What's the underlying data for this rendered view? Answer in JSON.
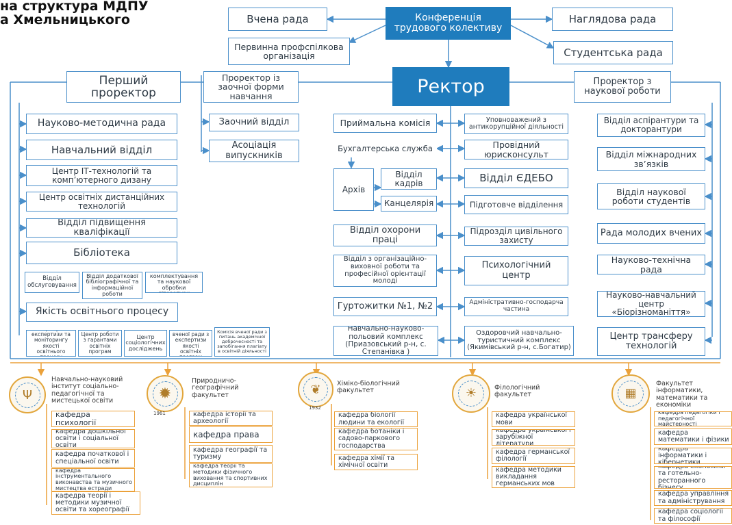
{
  "title": {
    "line1": "на структура МДПУ",
    "line2": "а Хмельницького"
  },
  "top": {
    "conference": "Конференція трудового колективу",
    "academic_council": "Вчена рада",
    "supervisory_board": "Наглядова рада",
    "trade_union": "Первинна профспілкова організація",
    "student_council": "Студентська рада",
    "rector": "Ректор"
  },
  "col1": {
    "head": "Перший проректор",
    "items": [
      "Науково-методична рада",
      "Навчальний відділ",
      "Центр ІТ-технологій та комп’ютерного дизану",
      "Центр освітніх дистанційних технологій",
      "Відділ підвищення кваліфікації"
    ],
    "library": "Бібліотека",
    "library_subs": [
      "Відділ обслуговування",
      "Відділ додаткової бібліографічної та інформаційної роботи",
      "Відділ комплектування та наукової обробки літератури"
    ],
    "quality": "Якість освітнього процесу",
    "quality_subs": [
      "Центр експертизи та моніторингу якості освітнього процесу",
      "Центр роботи з гарантами освітніх програм",
      "Центр соціологічних досліджень",
      "Комісія вченої ради з експертизи якості освітніх програм",
      "Комісія вченої ради з питань академічної доброчесності та запобігання плагіату в освітній діяльності"
    ]
  },
  "col2": {
    "head": "Проректор із заочної форми навчання",
    "items": [
      "Заочний відділ",
      "Асоціація випускників"
    ]
  },
  "col3": {
    "items": [
      "Приймальна комісія",
      "Бухгалтерська служба",
      "Архів",
      "Відділ кадрів",
      "Канцелярія",
      "Відділ охорони праці",
      "Відділ з організаційно-виховної роботи та професійної орієнтації молоді",
      "Гуртожитки №1, №2",
      "Навчально-науково-польовий комплекс (Приазовський р-н, с. Степанівка )"
    ]
  },
  "col4": {
    "items": [
      "Уповноважений з антикорупційної діяльності",
      "Провідний юрисконсульт",
      "Відділ ЄДЕБО",
      "Підготовче відділення",
      "Підрозділ цивільного захисту",
      "Психологічний центр",
      "Адміністративно-господарча частина",
      "Оздоровчий навчально-туристичний комплекс (Якимівський р-н, с.Богатир)"
    ]
  },
  "col5": {
    "head": "Проректор з наукової роботи",
    "items": [
      "Відділ аспірантури та докторантури",
      "Відділ міжнародних зв’язків",
      "Відділ наукової роботи студентів",
      "Рада молодих вчених",
      "Науково-технічна рада",
      "Науково-навчальний центр «Біорізноманіття»",
      "Центр трансферу технологій"
    ]
  },
  "faculties": [
    {
      "name": "Навчально-науковий інститут соціально-педагогічної та мистецької освіти",
      "depts": [
        "кафедра психології",
        "кафедра дошкільної освіти і соціальної освіти",
        "кафедра початкової і спеціальної освіти",
        "кафедра інструментального виконавства та музичного мистецтва естради",
        "кафедра теорії і методики музичної освіти та хореографії"
      ]
    },
    {
      "name": "Природничо-географічний факультет",
      "depts": [
        "кафедра історії та археології",
        "кафедра права",
        "кафедра географії та туризму",
        "кафедра теорії та методики фізичного виховання та спортивних дисциплін"
      ]
    },
    {
      "name": "Хіміко-біологічний факультет",
      "depts": [
        "кафедра біології людини та екології",
        "кафедра ботаніки і садово-паркового господарства",
        "кафедра хімії та хімічної освіти"
      ]
    },
    {
      "name": "Філологічний факультет",
      "depts": [
        "кафедра української мови",
        "кафедра української і зарубіжної літератури",
        "кафедра германської філології",
        "кафедра методики викладання германських мов"
      ]
    },
    {
      "name": "Факультет інформатики, математики та економіки",
      "depts": [
        "кафедра педагогіки і педагогічної майстерності",
        "кафедра математики і фізики",
        "кафедра інформатики і кібернетики",
        "кафедра економіки та готельно-ресторанного бізнесу",
        "кафедра управління та адміністрування",
        "кафедра соціології та філософії"
      ]
    }
  ],
  "seals": [
    "seal-1",
    "seal-1961",
    "seal-1932",
    "seal-4",
    "seal-5"
  ],
  "seal_years": [
    "1961",
    "1932"
  ],
  "colors": {
    "blue": "#4a8fca",
    "dark_blue": "#1f7cbd",
    "orange": "#eba13a",
    "text": "#2e3a45"
  }
}
